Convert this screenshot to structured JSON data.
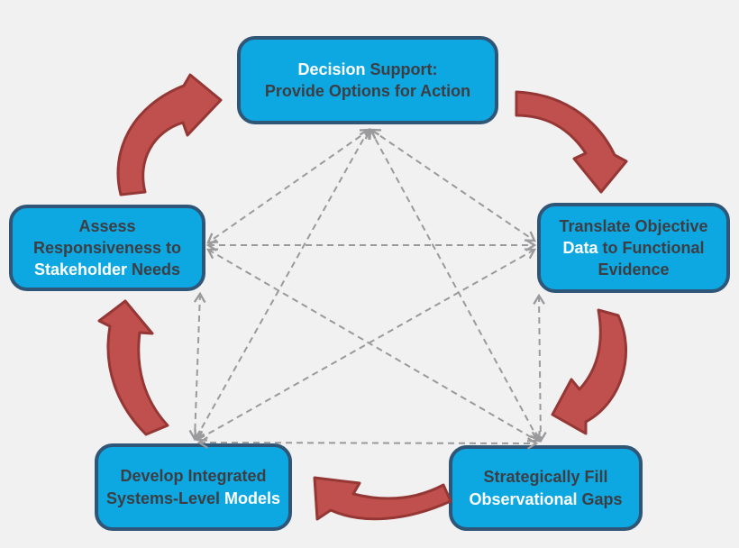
{
  "diagram": {
    "type": "cycle-with-full-interconnection",
    "description": "Five rounded blue nodes arranged in a pentagon, linked clockwise by red curved block arrows; every node pair is also joined by gray dashed double-headed arrows.",
    "cycle_order": [
      "decision",
      "translate",
      "fill_gaps",
      "develop",
      "assess"
    ]
  },
  "colors": {
    "background": "#f1f1f2",
    "node_fill": "#0da7e1",
    "node_border": "#2f5577",
    "text_dark": "#3d3e44",
    "text_light": "#ffffff",
    "arrow_fill": "#c0504d",
    "arrow_border": "#953735",
    "connector_gray": "#9a9a9c"
  },
  "nodes": {
    "decision": {
      "line1_light": "Decision",
      "line1_dark": " Support:",
      "line2": "Provide Options for Action"
    },
    "translate": {
      "line1": "Translate Objective",
      "line2_light": "Data",
      "line2_dark": " to Functional",
      "line3": "Evidence"
    },
    "assess": {
      "line1": "Assess",
      "line2": "Responsiveness to",
      "line3_light": "Stakeholder",
      "line3_dark": " Needs"
    },
    "develop": {
      "line1": "Develop Integrated",
      "line2_dark": "Systems-Level",
      "line2_light": " Models"
    },
    "fill_gaps": {
      "line1": "Strategically Fill",
      "line2_light": "Observational",
      "line2_dark": " Gaps"
    }
  }
}
